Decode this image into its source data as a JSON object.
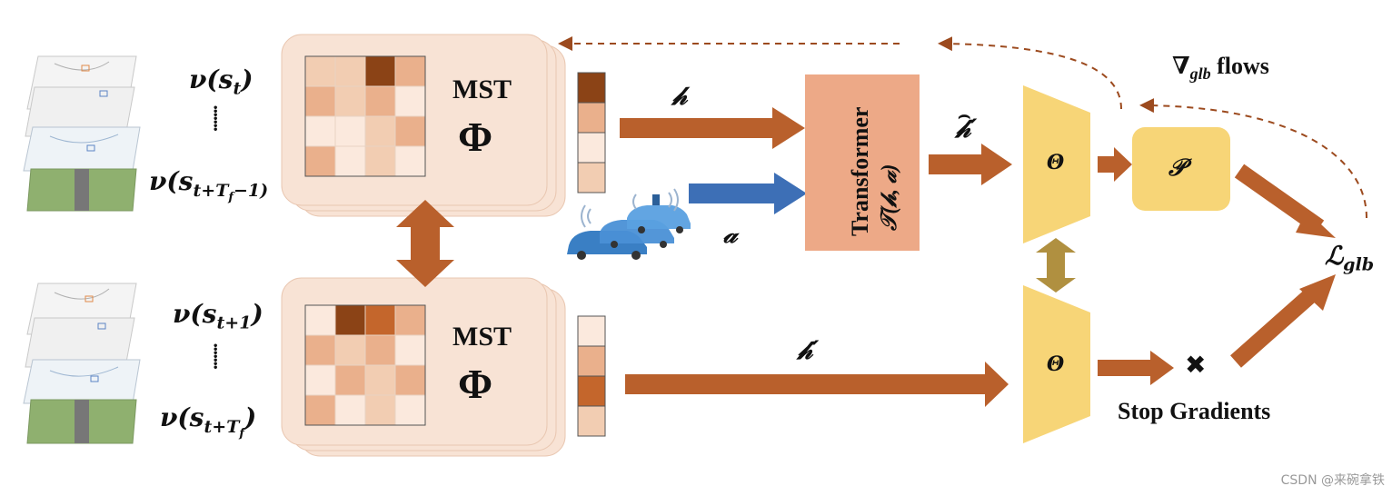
{
  "top_inputs": {
    "first": "ν(s",
    "first_sub": "t",
    "last": "ν(s",
    "last_sub": "t+T",
    "last_sub2": "f",
    "last_tail": "−1)"
  },
  "bottom_inputs": {
    "first": "ν(s",
    "first_sub": "t+1",
    "last": "ν(s",
    "last_sub": "t+T",
    "last_sub2": "f"
  },
  "encoder_top": {
    "title": "MST",
    "symbol": "Φ"
  },
  "encoder_bottom": {
    "title": "MST",
    "symbol": "Φ"
  },
  "labels": {
    "h": "𝒽",
    "a": "𝒶",
    "h_prime": "𝒽′",
    "h_hat_prime": "𝒽′",
    "theta": "Θ",
    "p": "𝒫",
    "loss": "ℒ",
    "loss_sub": "glb",
    "grad_flows": "∇",
    "grad_sub": "glb",
    "grad_tail": " flows",
    "stop_gradients": "Stop Gradients",
    "stop_mark": "✖"
  },
  "transformer": {
    "line1": "Transformer",
    "line2": "𝒯(𝒽, 𝒶)"
  },
  "colors": {
    "arrow_orange": "#b9602c",
    "arrow_blue": "#3d6fb6",
    "arrow_olive": "#b09040",
    "encoder_bg": "#f8e3d5",
    "transformer_bg": "#eda987",
    "theta_fill": "#f7d577",
    "p_fill": "#f7d577",
    "dashed": "#9c4a1e"
  },
  "heatmap_top": [
    [
      "#f2cdb2",
      "#f2cdb2",
      "#8b4316",
      "#eab08c"
    ],
    [
      "#eab08c",
      "#f2cdb2",
      "#eab08c",
      "#fbe9dd"
    ],
    [
      "#fbe9dd",
      "#fbe9dd",
      "#f2cdb2",
      "#eab08c"
    ],
    [
      "#eab08c",
      "#fbe9dd",
      "#f2cdb2",
      "#fbe9dd"
    ]
  ],
  "heatmap_bottom": [
    [
      "#fbe9dd",
      "#8b4316",
      "#c4662c",
      "#eab08c"
    ],
    [
      "#eab08c",
      "#f2cdb2",
      "#eab08c",
      "#fbe9dd"
    ],
    [
      "#fbe9dd",
      "#eab08c",
      "#f2cdb2",
      "#eab08c"
    ],
    [
      "#eab08c",
      "#fbe9dd",
      "#f2cdb2",
      "#fbe9dd"
    ]
  ],
  "vector_top": [
    "#8b4316",
    "#eab08c",
    "#fbe9dd",
    "#f2cdb2"
  ],
  "vector_bottom": [
    "#fbe9dd",
    "#eab08c",
    "#c4662c",
    "#f2cdb2"
  ],
  "watermark": "CSDN @来碗拿铁"
}
